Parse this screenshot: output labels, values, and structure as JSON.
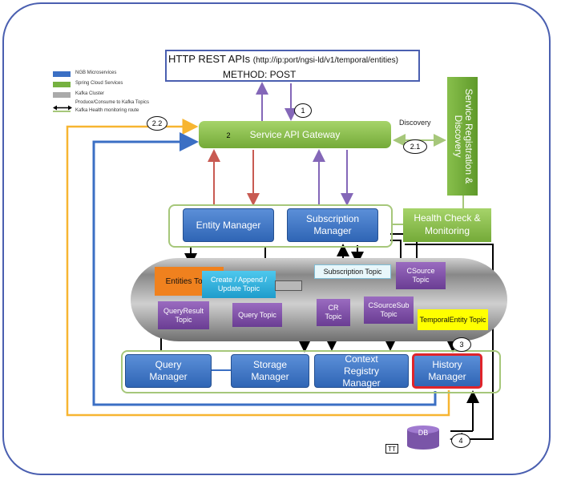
{
  "api": {
    "title": "HTTP REST APIs",
    "url": "(http://ip:port/ngsi-ld/v1/temporal/entities)",
    "method": "METHOD: POST"
  },
  "legend": {
    "items": [
      {
        "label": "NGB Microservices",
        "color": "#3b6fc4"
      },
      {
        "label": "Spring Cloud Services",
        "color": "#76b140"
      },
      {
        "label": "Kafka Cluster",
        "color": "#aaaaaa"
      },
      {
        "label": "Produce/Consume to Kafka Topics",
        "color": "#000000"
      },
      {
        "label": "Kafka Health monitoring route",
        "color": "#a6c77a"
      }
    ]
  },
  "gateway": {
    "label": "Service API Gateway"
  },
  "discovery": {
    "label": "Discovery"
  },
  "registry": {
    "label": "Service Registration & Discovery"
  },
  "health": {
    "label": "Health Check & Monitoring"
  },
  "managers_top": {
    "entity": "Entity Manager",
    "subscription": "Subscription Manager"
  },
  "topics": {
    "entities": "Entities Topic",
    "create_append": "Create / Append / Update Topic",
    "subscription": "Subscription Topic",
    "csource": "CSource Topic",
    "query_result": "QueryResult Topic",
    "query": "Query Topic",
    "cr": "CR Topic",
    "csource_sub": "CSourceSub Topic",
    "temporal": "TemporalEntity Topic"
  },
  "managers_bottom": {
    "query": "Query Manager",
    "storage": "Storage Manager",
    "context_registry": "Context Registry Manager",
    "history": "History Manager"
  },
  "db": {
    "label": "DB",
    "note": "TT"
  },
  "steps": {
    "s1": "1",
    "s2": "2",
    "s22": "2.2",
    "s21": "2.1",
    "s3": "3",
    "s4": "4"
  },
  "colors": {
    "blue_arrow": "#3b6fc4",
    "orange_arrow": "#f7b531",
    "purple_arrow": "#8467b8",
    "red_arrow": "#c85a52",
    "green_arrow": "#a6c77a"
  }
}
